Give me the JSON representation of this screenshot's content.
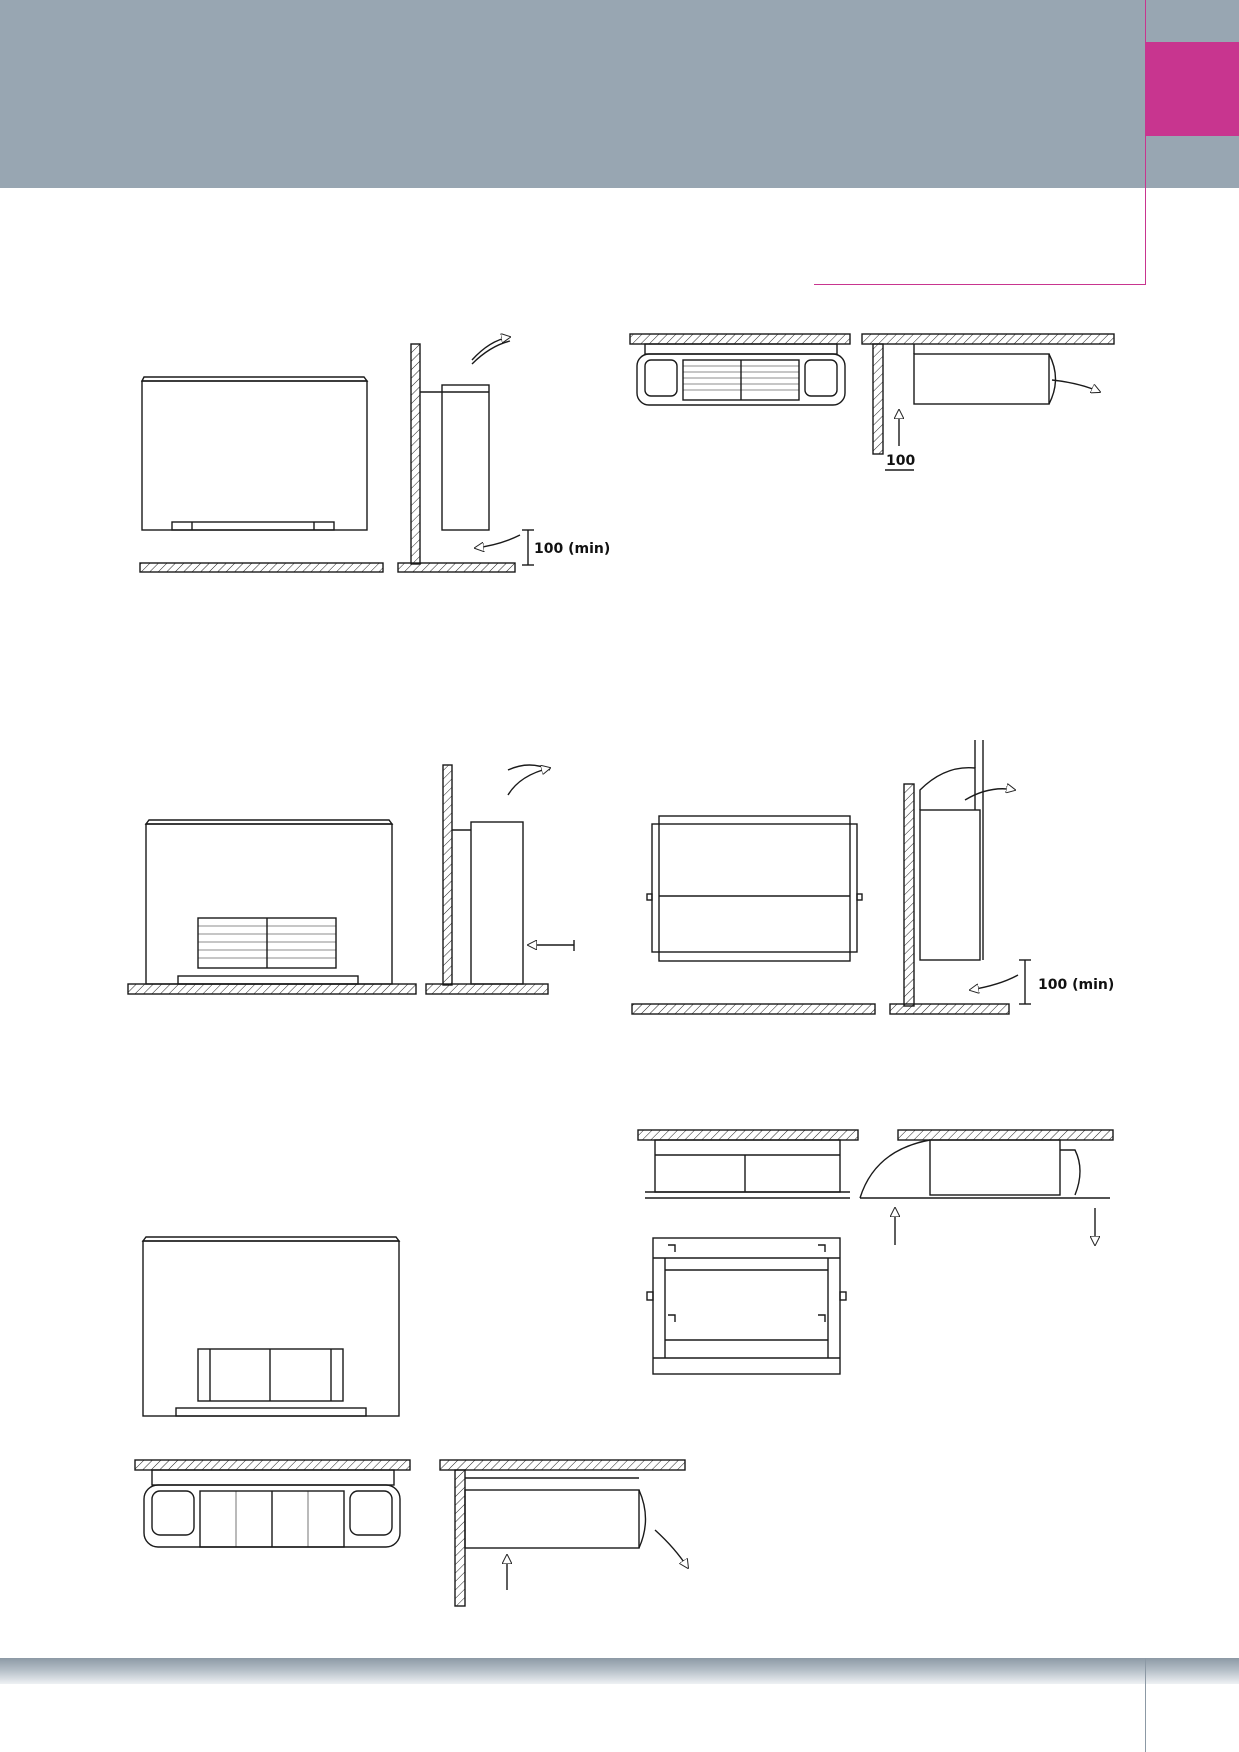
{
  "colors": {
    "header": "#98a6b2",
    "accent": "#c8358f",
    "line": "#1a1a1a"
  },
  "dimensions": {
    "fig1_clearance": "100 (min)",
    "fig2_clearance": "100",
    "fig4_clearance": "100 (min)"
  }
}
